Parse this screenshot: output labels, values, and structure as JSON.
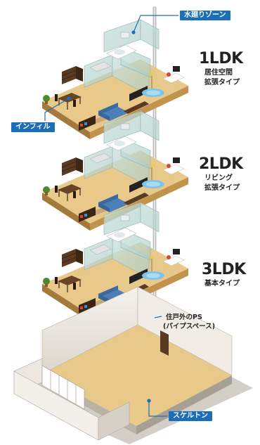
{
  "labels": {
    "water_zone": "水廻りゾーン",
    "infill": "インフィル",
    "skeleton": "スケルトン",
    "ps_line1": "住戸外のPS",
    "ps_line2": "(パイプスペース)"
  },
  "plans": [
    {
      "title": "1LDK",
      "sub1": "居住空間",
      "sub2": "拡張タイプ"
    },
    {
      "title": "2LDK",
      "sub1": "リビング",
      "sub2": "拡張タイプ"
    },
    {
      "title": "3LDK",
      "sub1": "基本タイプ",
      "sub2": ""
    }
  ],
  "colors": {
    "accent": "#1c6fb6",
    "floor": "#e8c98a",
    "glass": "#b9d7d2"
  }
}
